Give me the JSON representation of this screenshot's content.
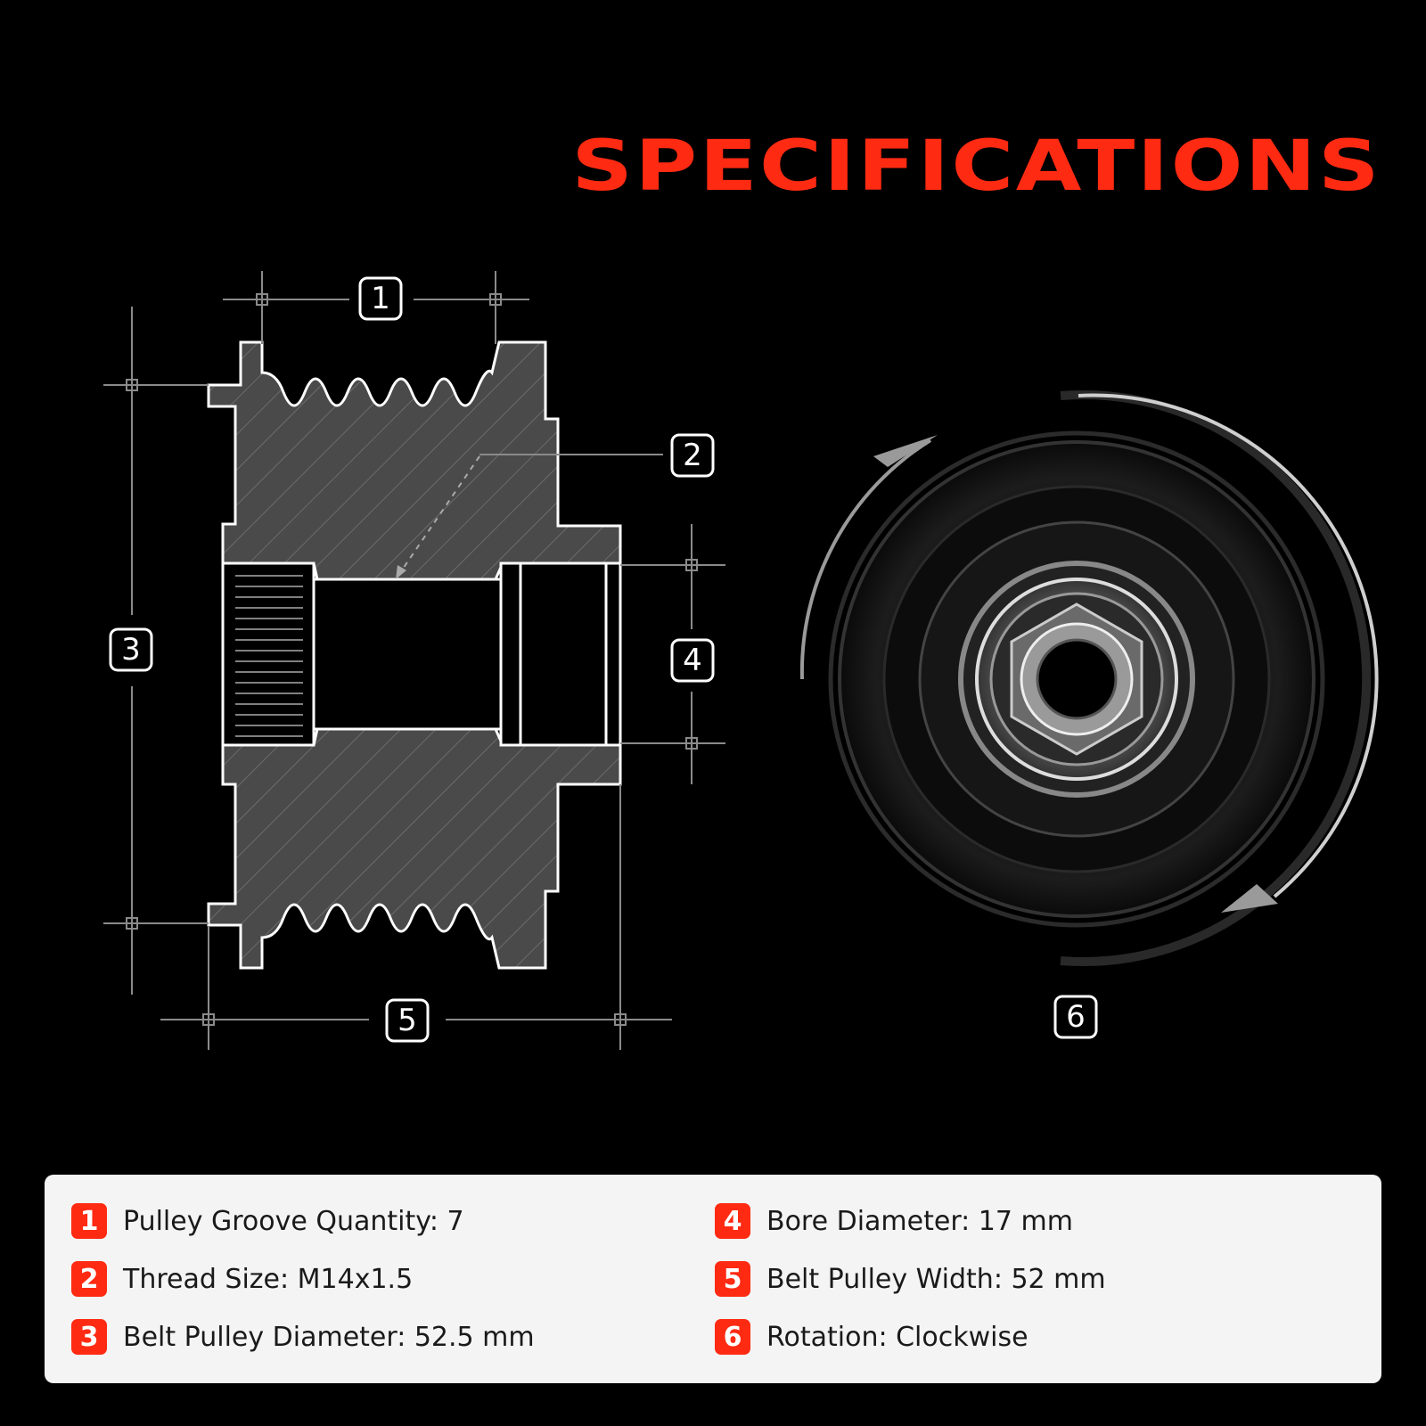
{
  "title": "SPECIFICATIONS",
  "callouts": [
    "1",
    "2",
    "3",
    "4",
    "5",
    "6"
  ],
  "specs": [
    {
      "num": "1",
      "text": "Pulley Groove Quantity: 7"
    },
    {
      "num": "2",
      "text": "Thread Size: M14x1.5"
    },
    {
      "num": "3",
      "text": "Belt Pulley Diameter: 52.5 mm"
    },
    {
      "num": "4",
      "text": "Bore Diameter: 17 mm"
    },
    {
      "num": "5",
      "text": "Belt Pulley Width: 52 mm"
    },
    {
      "num": "6",
      "text": "Rotation: Clockwise"
    }
  ],
  "colors": {
    "accent": "#ff2a12",
    "background": "#000000",
    "card": "#f4f4f4"
  }
}
